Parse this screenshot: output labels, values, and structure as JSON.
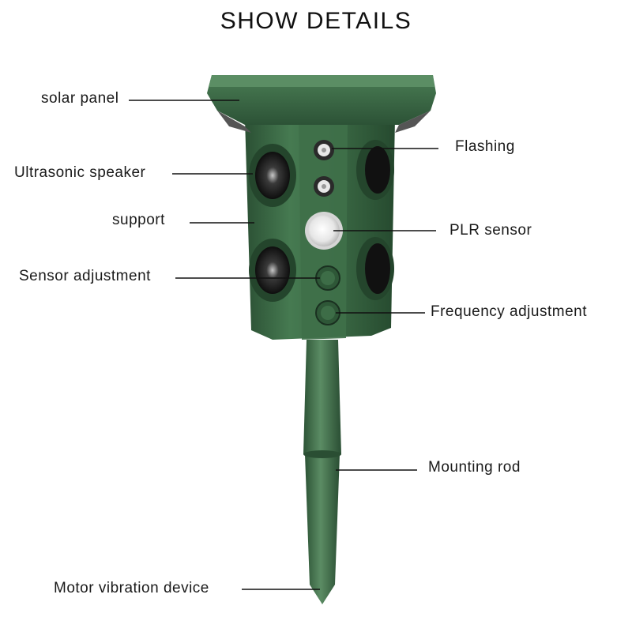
{
  "title": "SHOW DETAILS",
  "labels": {
    "solar_panel": "solar panel",
    "ultrasonic_speaker": "Ultrasonic speaker",
    "support": "support",
    "sensor_adjustment": "Sensor adjustment",
    "motor_vibration": "Motor vibration device",
    "flashing": "Flashing",
    "plr_sensor": "PLR sensor",
    "frequency_adjustment": "Frequency adjustment",
    "mounting_rod": "Mounting rod"
  },
  "colors": {
    "body": "#3d6b48",
    "body_dark": "#2c5236",
    "body_light": "#5a8a63",
    "speaker": "#1a1a1a",
    "lens": "#ffffff",
    "line": "#111111"
  }
}
